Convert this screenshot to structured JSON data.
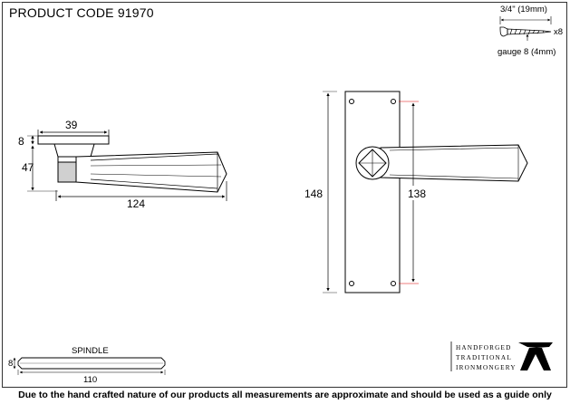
{
  "header": {
    "product_code_label": "PRODUCT CODE",
    "product_code": "91970"
  },
  "screw_spec": {
    "length": "3/4\" (19mm)",
    "quantity": "x8",
    "gauge": "gauge 8 (4mm)"
  },
  "side_view": {
    "rose_width": "39",
    "rose_height": "8",
    "projection": "47",
    "lever_length": "124"
  },
  "front_view": {
    "plate_height": "148",
    "fixing_centres": "138"
  },
  "spindle": {
    "label": "SPINDLE",
    "size": "8",
    "length": "110"
  },
  "brand": {
    "line1": "HANDFORGED",
    "line2": "TRADITIONAL",
    "line3": "IRONMONGERY"
  },
  "footer": {
    "note": "Due to the hand crafted nature of our products all measurements are approximate and should be used as a guide only"
  }
}
